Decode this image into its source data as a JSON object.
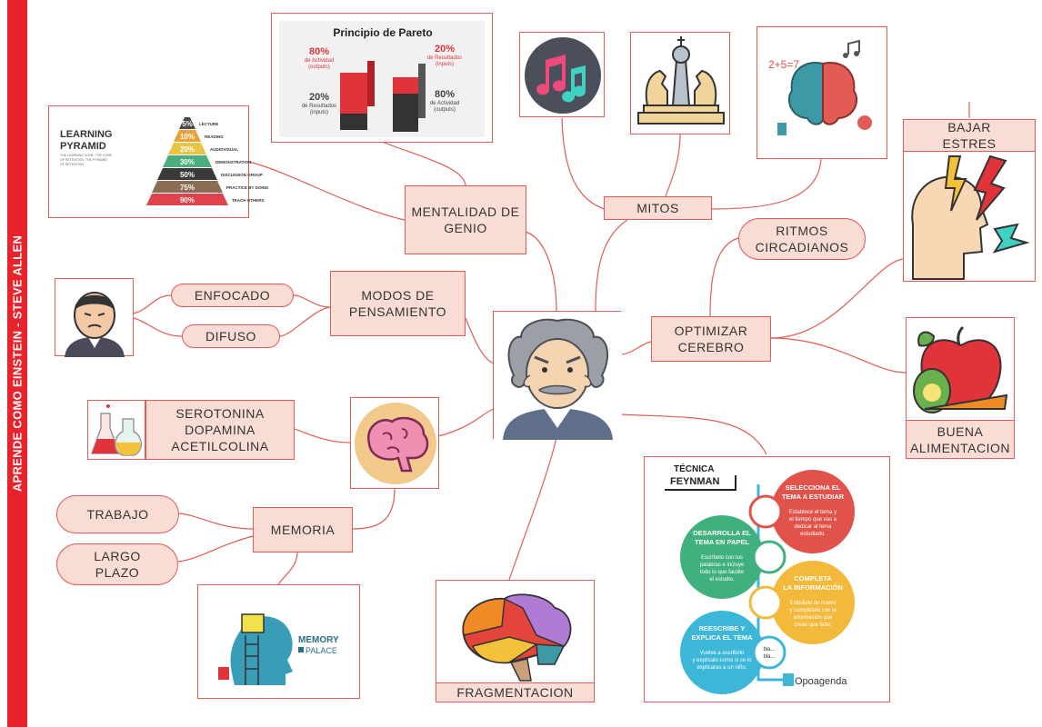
{
  "sidebar_title": "APRENDE COMO EINSTEIN - STEVE ALLEN",
  "nodes": {
    "mentalidad": [
      "MENTALIDAD DE",
      "GENIO"
    ],
    "mitos": "MITOS",
    "modos": [
      "MODOS DE",
      "PENSAMIENTO"
    ],
    "enfocado": "ENFOCADO",
    "difuso": "DIFUSO",
    "optimizar": [
      "OPTIMIZAR",
      "CEREBRO"
    ],
    "ritmos": [
      "RITMOS",
      "CIRCADIANOS"
    ],
    "bajar": [
      "BAJAR",
      "ESTRES"
    ],
    "buena": [
      "BUENA",
      "ALIMENTACION"
    ],
    "quimicos": [
      "SEROTONINA",
      "DOPAMINA",
      "ACETILCOLINA"
    ],
    "memoria": "MEMORIA",
    "trabajo": "TRABAJO",
    "largo": [
      "LARGO",
      "PLAZO"
    ],
    "fragmentacion": "FRAGMENTACION"
  },
  "pareto": {
    "title": "Principio de Pareto",
    "left_top_pct": "80%",
    "left_top_label": [
      "de Actividad",
      "(outputs)"
    ],
    "left_bottom_pct": "20%",
    "left_bottom_label": [
      "de Resultados",
      "(inputs)"
    ],
    "right_top_pct": "20%",
    "right_top_label": [
      "de Resultados",
      "(inputs)"
    ],
    "right_bottom_pct": "80%",
    "right_bottom_label": [
      "de Actividad",
      "(outputs)"
    ]
  },
  "pyramid": {
    "title": [
      "LEARNING",
      "PYRAMID"
    ],
    "subtitle": [
      "THE LEARNING CONE, THE CONE",
      "OF RETENTION, THE PYRAMID",
      "OF RETENTION"
    ],
    "levels": [
      {
        "pct": "5%",
        "label": "LECTURE",
        "color": "#4a4a4a"
      },
      {
        "pct": "10%",
        "label": "READING",
        "color": "#e9a23b"
      },
      {
        "pct": "20%",
        "label": "AUDIOVISUAL",
        "color": "#e8c547"
      },
      {
        "pct": "30%",
        "label": "DEMONSTRATION",
        "color": "#4cae7d"
      },
      {
        "pct": "50%",
        "label": "DISCUSSION GROUP",
        "color": "#3a3a3a"
      },
      {
        "pct": "75%",
        "label": "PRACTICE BY DOING",
        "color": "#8a6d52"
      },
      {
        "pct": "90%",
        "label": "TEACH OTHERS",
        "color": "#e0424b"
      }
    ]
  },
  "memory_palace": {
    "title": "MEMORY",
    "subtitle": "PALACE"
  },
  "feynman": {
    "title": [
      "TÉCNICA",
      "FEYNMAN"
    ],
    "steps": [
      {
        "title": [
          "SELECCIONA EL",
          "TEMA A ESTUDIAR"
        ],
        "body": [
          "Establece el tema y",
          "el tiempo que vas a",
          "dedicar al tema",
          "estudiado."
        ],
        "color": "#e0524a"
      },
      {
        "title": [
          "DESARROLLA EL",
          "TEMA EN PAPEL"
        ],
        "body": [
          "Escríbelo con tus",
          "palabras e incluye",
          "todo lo que facilite",
          "el estudio."
        ],
        "color": "#3fb07e"
      },
      {
        "title": [
          "COMPLETA",
          "LA INFORMACIÓN"
        ],
        "body": [
          "Estúdialo de nuevo",
          "y complétalo con la",
          "información que",
          "creas que falte."
        ],
        "color": "#f2b93b"
      },
      {
        "title": [
          "REESCRIBE Y",
          "EXPLICA EL TEMA"
        ],
        "body": [
          "Vuelve a escribirlo",
          "y explícalo como si se lo",
          "explicaras a un niño."
        ],
        "color": "#3cb7d8"
      }
    ],
    "speech": "bla... bla...",
    "brand": "Opoagenda"
  },
  "formula": "2+5=7",
  "colors": {
    "accent": "#e8232b",
    "node_fill": "#f9ddd5",
    "node_border": "#e25b55"
  }
}
